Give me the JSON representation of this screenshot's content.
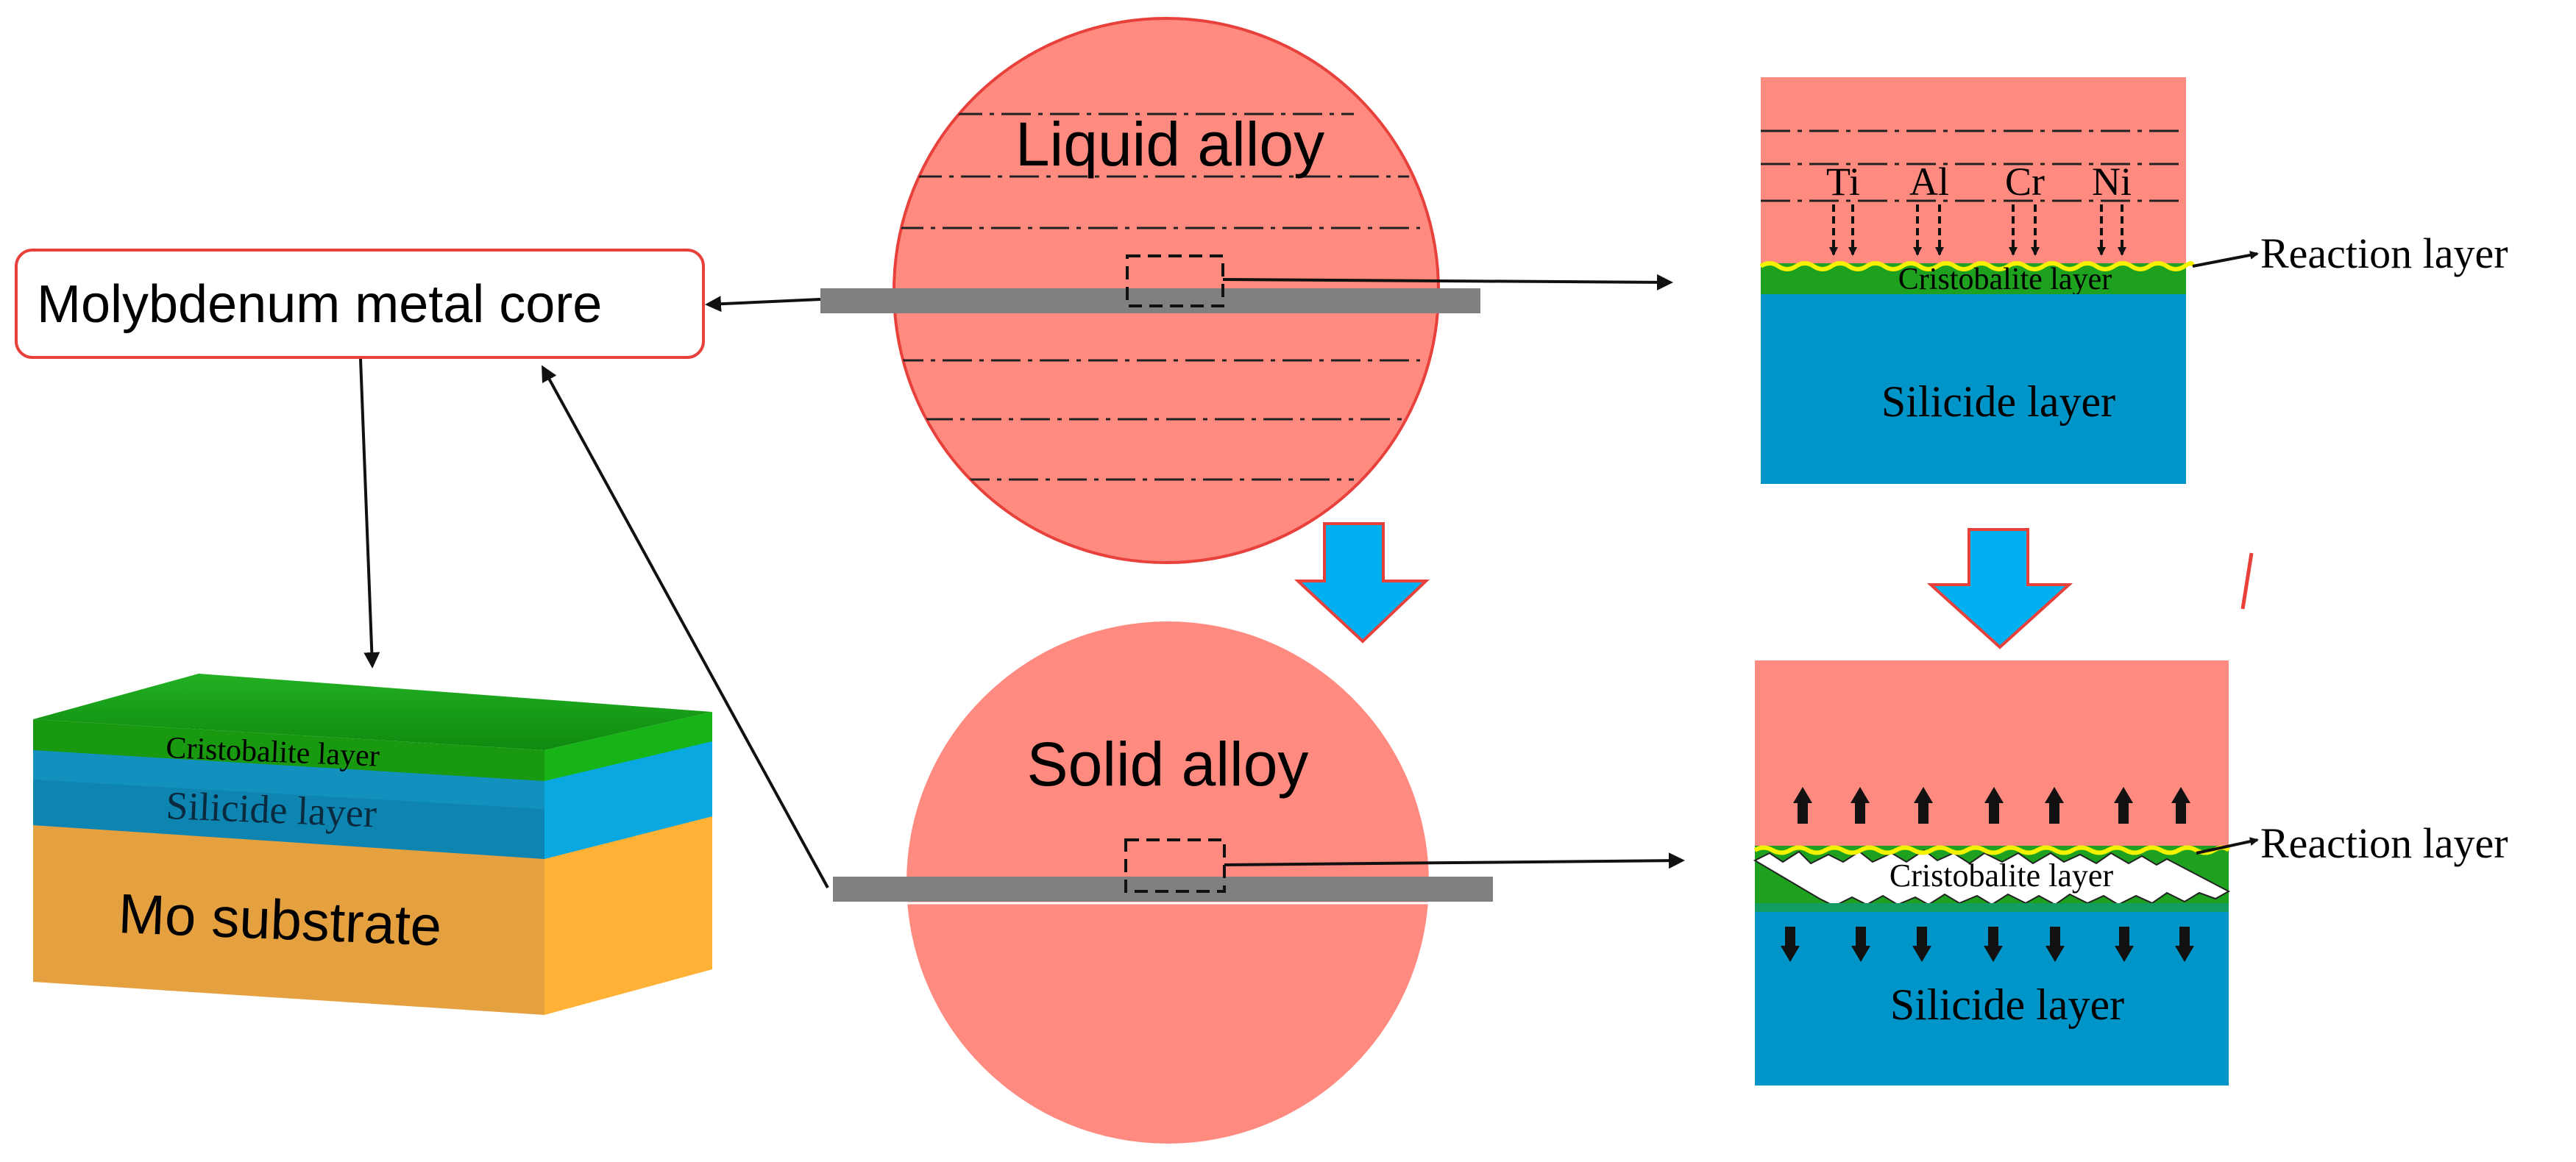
{
  "core_box": {
    "label": "Molybdenum metal core"
  },
  "liquid_circle": {
    "label": "Liquid alloy"
  },
  "solid_circle": {
    "label": "Solid alloy"
  },
  "substrate_block": {
    "top_label": "Cristobalite layer",
    "middle_label": "Silicide layer",
    "bottom_label": "Mo substrate"
  },
  "upper_panel": {
    "elements": [
      "Ti",
      "Al",
      "Cr",
      "Ni"
    ],
    "cristobalite_label": "Cristobalite layer",
    "silicide_label": "Silicide layer",
    "reaction_label": "Reaction layer"
  },
  "lower_panel": {
    "cristobalite_label": "Cristobalite layer",
    "silicide_label": "Silicide layer",
    "reaction_label": "Reaction layer"
  },
  "colors": {
    "alloy": "#FF8A80",
    "alloy_outline": "#E8403A",
    "cristobalite": "#1EA11E",
    "silicide": "#0095C8",
    "substrate": "#F0A838",
    "reaction": "#F5F200",
    "process_arrow": "#00B0F0",
    "rod": "#808080"
  }
}
